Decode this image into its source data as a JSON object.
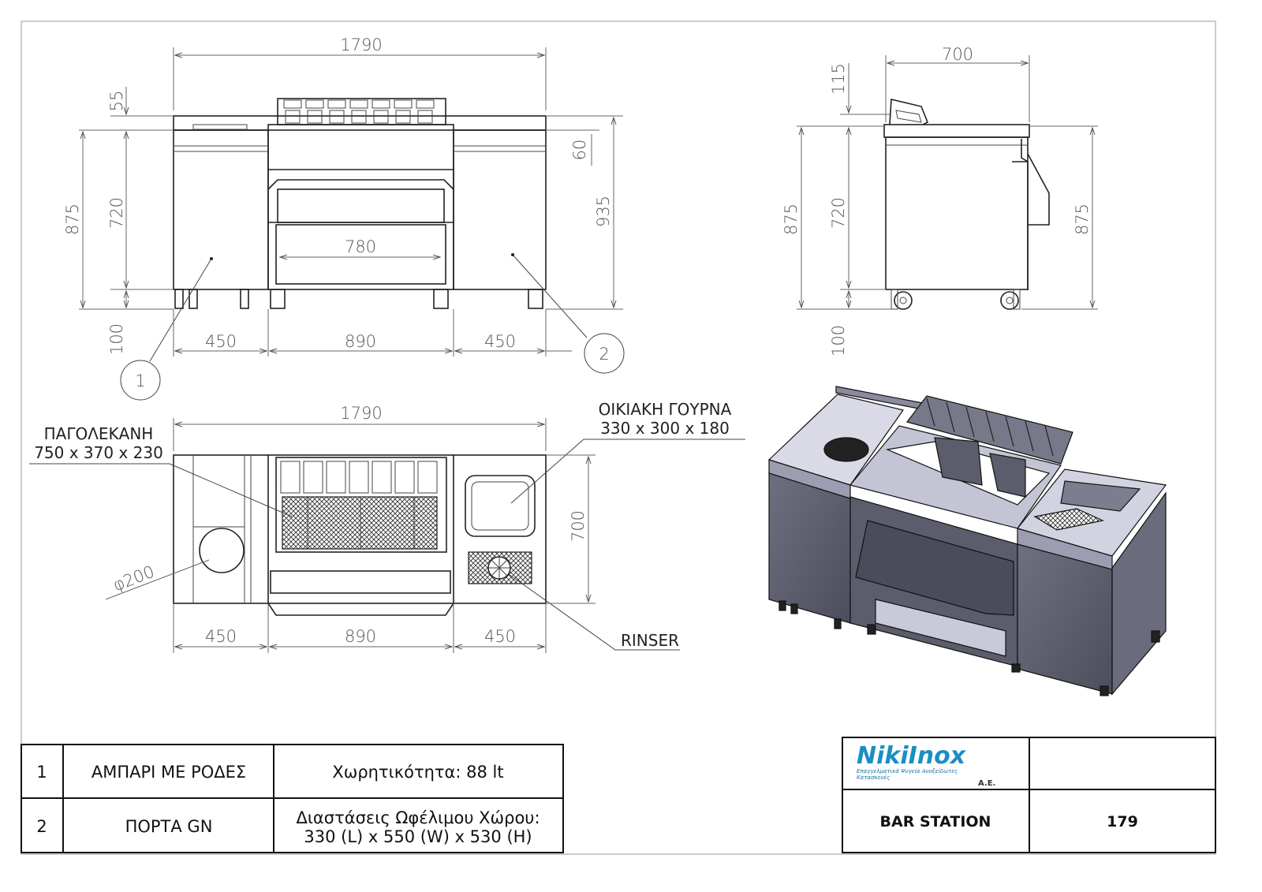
{
  "front_view": {
    "dims": {
      "overall_width": "1790",
      "top_rack": "55",
      "counter_height": "720",
      "total_height_left": "875",
      "legs": "100",
      "top_thickness": "60",
      "total_height_right": "935",
      "drawer_width": "780",
      "left_width": "450",
      "center_width": "890",
      "right_width": "450"
    },
    "balloons": [
      "1",
      "2"
    ]
  },
  "side_view": {
    "dims": {
      "depth": "700",
      "rack_height": "115",
      "total_height_left": "875",
      "counter_height": "720",
      "legs": "100",
      "total_height_right": "875"
    }
  },
  "top_view": {
    "dims": {
      "overall_width": "1790",
      "depth": "700",
      "hole_diameter": "φ200",
      "left_width": "450",
      "center_width": "890",
      "right_width": "450"
    },
    "callouts": {
      "ice_bin_label": "ΠΑΓΟΛΕΚΑΝΗ",
      "ice_bin_size": "750 x 370 x 230",
      "sink_label": "ΟΙΚΙΑΚΗ ΓΟΥΡΝΑ",
      "sink_size": "330 x 300 x 180",
      "rinser_label": "RINSER"
    }
  },
  "parts_table": [
    {
      "number": "1",
      "name": "ΑΜΠΑΡΙ ΜΕ ΡΟΔΕΣ",
      "spec_line1": "Χωρητικότητα: 88 lt",
      "spec_line2": ""
    },
    {
      "number": "2",
      "name": "ΠΟΡΤΑ GN",
      "spec_line1": "Διαστάσεις Ωφέλιμου Χώρου:",
      "spec_line2": "330 (L) x 550 (W) x 530 (H)"
    }
  ],
  "title_block": {
    "logo_text": "NikiInox",
    "logo_suffix": "A.E.",
    "logo_tagline": "Επαγγελματικά Ψυγεία Ανοξείδωτες Κατασκευές",
    "product_name": "BAR STATION",
    "drawing_number": "179",
    "colors": {
      "logo_blue": "#1a8fc4",
      "logo_grey": "#6d6f73"
    }
  }
}
